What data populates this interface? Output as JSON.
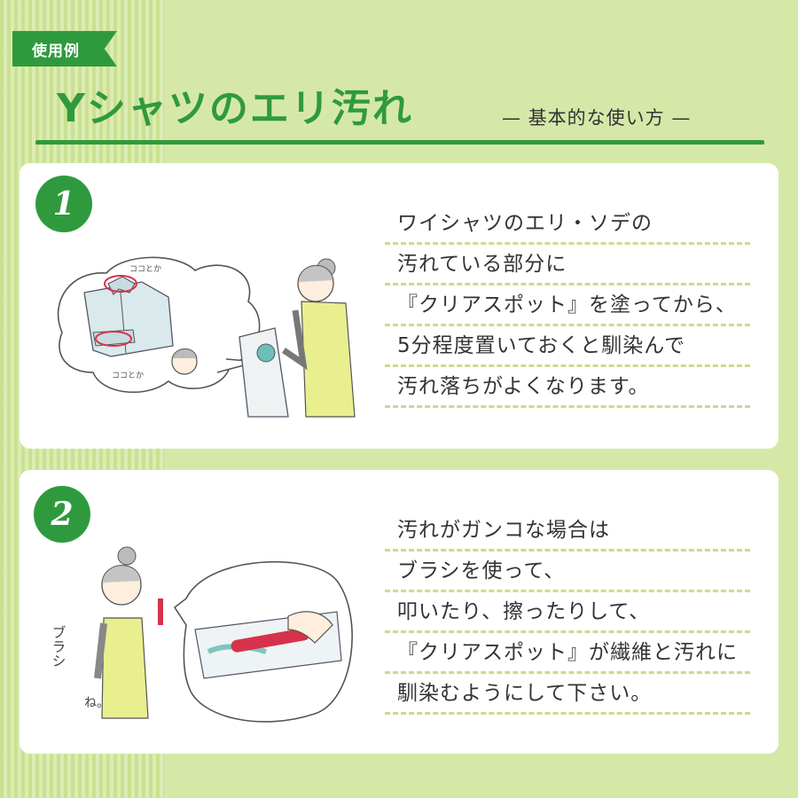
{
  "header": {
    "tag": "使用例",
    "title": "Yシャツのエリ汚れ",
    "subtitle": "— 基本的な使い方 —"
  },
  "steps": [
    {
      "number": "1",
      "lines": [
        "ワイシャツのエリ・ソデの",
        "汚れている部分に",
        "『クリアスポット』を塗ってから、",
        "5分程度置いておくと馴染んで",
        "汚れ落ちがよくなります。"
      ],
      "illustration": {
        "marks": [
          "ココとか",
          "ココとか"
        ]
      }
    },
    {
      "number": "2",
      "lines": [
        "汚れがガンコな場合は",
        "ブラシを使って、",
        "叩いたり、擦ったりして、",
        "『クリアスポット』が繊維と汚れに",
        "馴染むようにして下さい。"
      ],
      "illustration": {
        "marks": [
          "ブラシ",
          "ね。"
        ]
      }
    }
  ],
  "colors": {
    "accent": "#2f9a3d",
    "background": "#d6e8a8",
    "dash": "#c8dc8e"
  }
}
